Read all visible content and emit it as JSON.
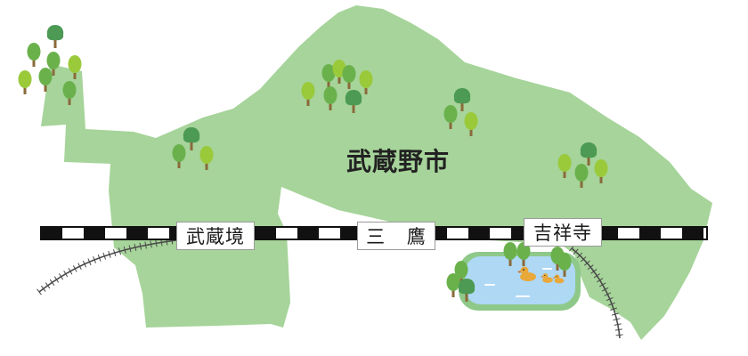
{
  "map": {
    "city_name": "武蔵野市",
    "stations": {
      "musashisakai": "武蔵境",
      "mitaka": "三 鷹",
      "kichijoji": "吉祥寺"
    },
    "colors": {
      "city_area": "#a6d49a",
      "pond_water": "#aed8f4",
      "pond_edge": "#8ec98a",
      "rail_dark": "#111111",
      "rail_light": "#ffffff",
      "branch_track": "#4a4a4a",
      "tree_dark": "#4c9a54",
      "tree_mid": "#6ab14c",
      "tree_light": "#9ac93a",
      "duck": "#e8a83a"
    },
    "icons": [
      "tree-icon",
      "duck-icon",
      "pond-icon",
      "railway-line"
    ]
  }
}
